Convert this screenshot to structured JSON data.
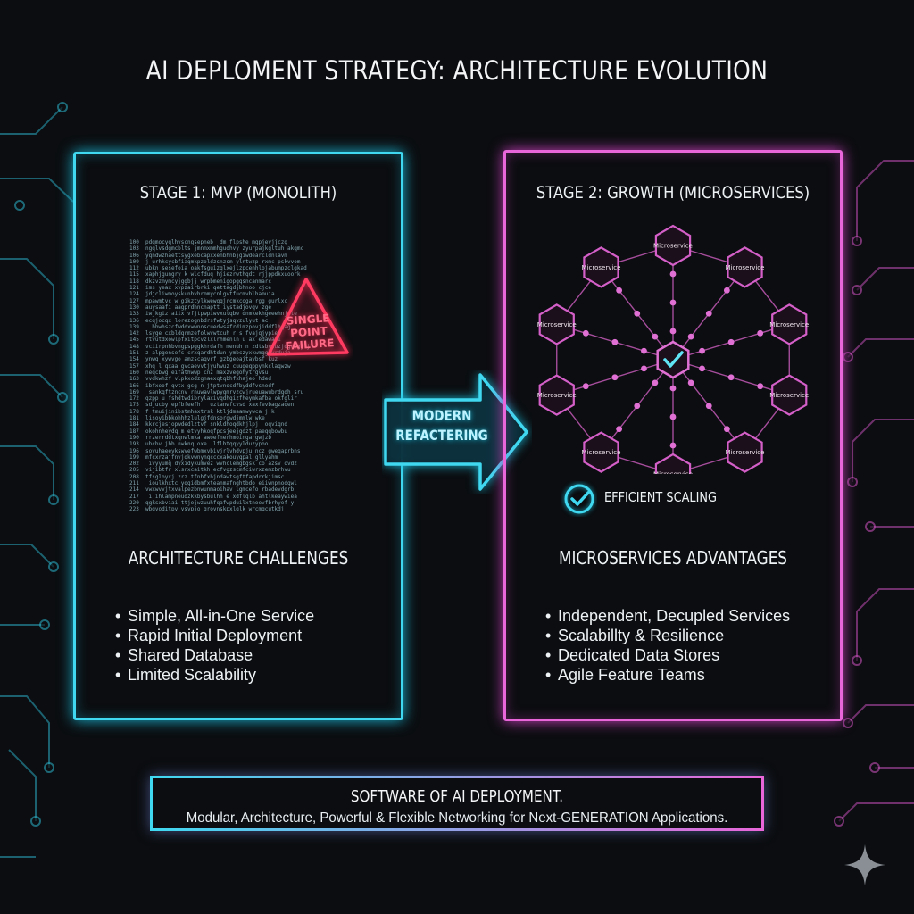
{
  "title": "AI DEPLOMENT STRATEGY: ARCHITECTURE EVOLUTION",
  "left_panel": {
    "stage_title": "STAGE 1: MVP (MONOLITH)",
    "warning_label": [
      "SINGLE",
      "POINT",
      "FAILURE"
    ],
    "section_title": "ARCHITECTURE CHALLENGES",
    "bullets": [
      "Simple, All-in-One Service",
      "Rapid Initial Deployment",
      "Shared Database",
      "Limited Scalability"
    ]
  },
  "transition": {
    "label_line1": "MODERN",
    "label_line2": "REFACTERING"
  },
  "right_panel": {
    "stage_title": "STAGE 2: GROWTH (MICROSERVICES)",
    "node_label": "Microservice",
    "scaling_label": "EFFICIENT SCALING",
    "section_title": "MICROSERVICES ADVANTAGES",
    "bullets": [
      "Independent, Decupled Services",
      "Scalabillty & Resilience",
      "Dedicated Data Stores",
      "Agile Feature Teams"
    ]
  },
  "footer": {
    "title": "SOFTWARE OF AI DEPLOYMENT.",
    "subtitle": "Modular, Architecture, Powerful & Flexible Networking for Next-GENERATION Applications."
  },
  "colors": {
    "background": "#0b0d10",
    "cyan_accent": "#3fd8f0",
    "magenta_accent": "#e866d9",
    "warning_red": "#ff2d55"
  },
  "icons": [
    "warning-triangle-icon",
    "right-arrow-icon",
    "checkmark-icon",
    "sparkle-icon"
  ]
}
